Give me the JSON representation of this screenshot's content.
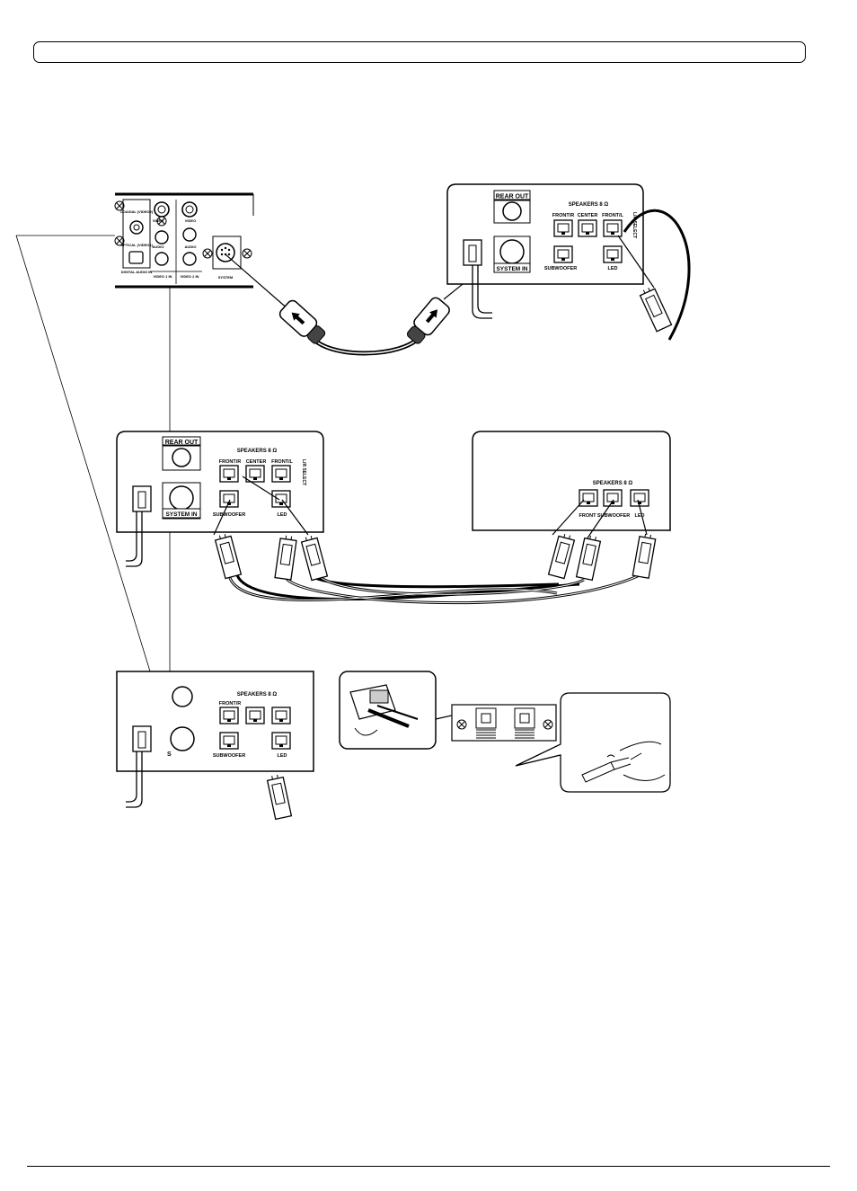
{
  "labels": {
    "coaxial": "COAXIAL (VIDEO2)",
    "optical": "OPTICAL (VIDEO1)",
    "digital_audio_in": "DIGITAL AUDIO IN",
    "video": "VIDEO",
    "audio": "AUDIO",
    "video1_in": "VIDEO 1 IN",
    "video2_in": "VIDEO 2 IN",
    "system": "SYSTEM",
    "rear_out": "REAR OUT",
    "system_in": "SYSTEM IN",
    "speakers_8ohm": "SPEAKERS 8 Ω",
    "front_r": "FRONT/R",
    "center": "CENTER",
    "front_l": "FRONT/L",
    "subwoofer": "SUBWOOFER",
    "subwoofer_rear": "SUBWOOFER",
    "led": "LED",
    "front": "FRONT",
    "lr_select": "L/R SELECT",
    "s_partial": "S"
  },
  "colors": {
    "line": "#000000",
    "background": "#ffffff",
    "shade": "#cccccc"
  },
  "icons": [
    "screw-icon",
    "plug-arrow-icon"
  ]
}
